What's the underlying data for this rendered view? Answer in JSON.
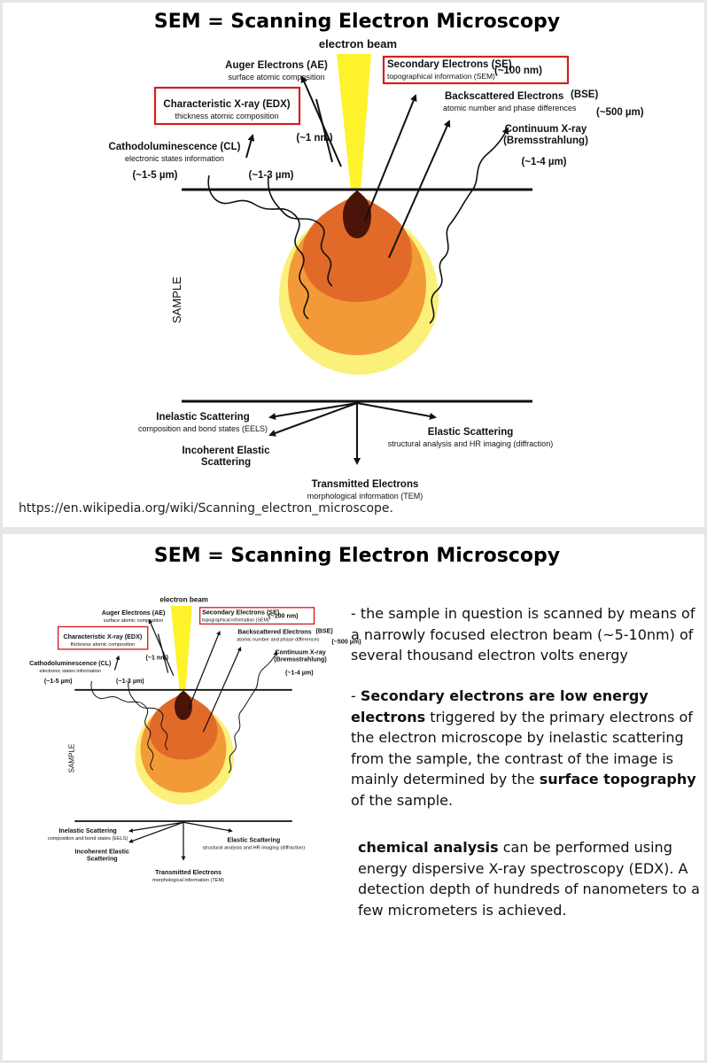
{
  "slides": [
    {
      "title": "SEM = Scanning Electron Microscopy",
      "source_url": "https://en.wikipedia.org/wiki/Scanning_electron_microscope."
    },
    {
      "title": "SEM = Scanning Electron Microscopy",
      "text": {
        "para1": " - the sample in question is scanned by means of a narrowly focused electron beam (~5-10nm) of several thousand electron volts energy",
        "para2_prefix": "- ",
        "para2_bold1": "Secondary electrons are low energy electrons",
        "para2_mid": " triggered by the primary electrons of the electron microscope by inelastic scattering from the sample, the contrast of the image is mainly determined by the ",
        "para2_bold2": "surface topography",
        "para2_suffix": " of the sample.",
        "para3_bold": "chemical analysis",
        "para3_rest": " can be performed using energy dispersive X-ray spectroscopy (EDX). A detection depth of hundreds of nanometers to a few micrometers is achieved."
      }
    }
  ],
  "diagram": {
    "electron_beam": "electron beam",
    "auger_title": "Auger Electrons (AE)",
    "auger_sub": "surface atomic composition",
    "se_title": "Secondary Electrons (SE)",
    "se_sub": "topographical information (SEM)",
    "se_depth": "(~100 nm)",
    "bse_title": "Backscattered Electrons",
    "bse_tag": "(BSE)",
    "bse_sub": "atomic number and phase differences",
    "bse_depth": "(~500 µm)",
    "edx_title": "Characteristic X-ray (EDX)",
    "edx_sub": "thickness atomic composition",
    "ae_depth": "(~1 nm)",
    "cl_title": "Cathodoluminescence (CL)",
    "cl_sub": "electronic states information",
    "cl_depth": "(~1-5 µm)",
    "xray_depth": "(~1-3 µm)",
    "cont_title1": "Continuum X-ray",
    "cont_title2": "(Bremsstrahlung)",
    "cont_depth": "(~1-4 µm)",
    "sample": "SAMPLE",
    "inelastic_title": "Inelastic Scattering",
    "inelastic_sub": "composition and bond states (EELS)",
    "elastic_title": "Elastic Scattering",
    "elastic_sub": "structural analysis and HR imaging (diffraction)",
    "incoherent1": "Incoherent Elastic",
    "incoherent2": "Scattering",
    "transmitted_title": "Transmitted Electrons",
    "transmitted_sub": "morphological information (TEM)"
  },
  "colors": {
    "beam": "#fef22b",
    "outer_glow": "#fbf07a",
    "zone_light": "#f39a38",
    "zone_mid": "#e26a28",
    "zone_core": "#4a1408",
    "highlight_box": "#d32020"
  }
}
